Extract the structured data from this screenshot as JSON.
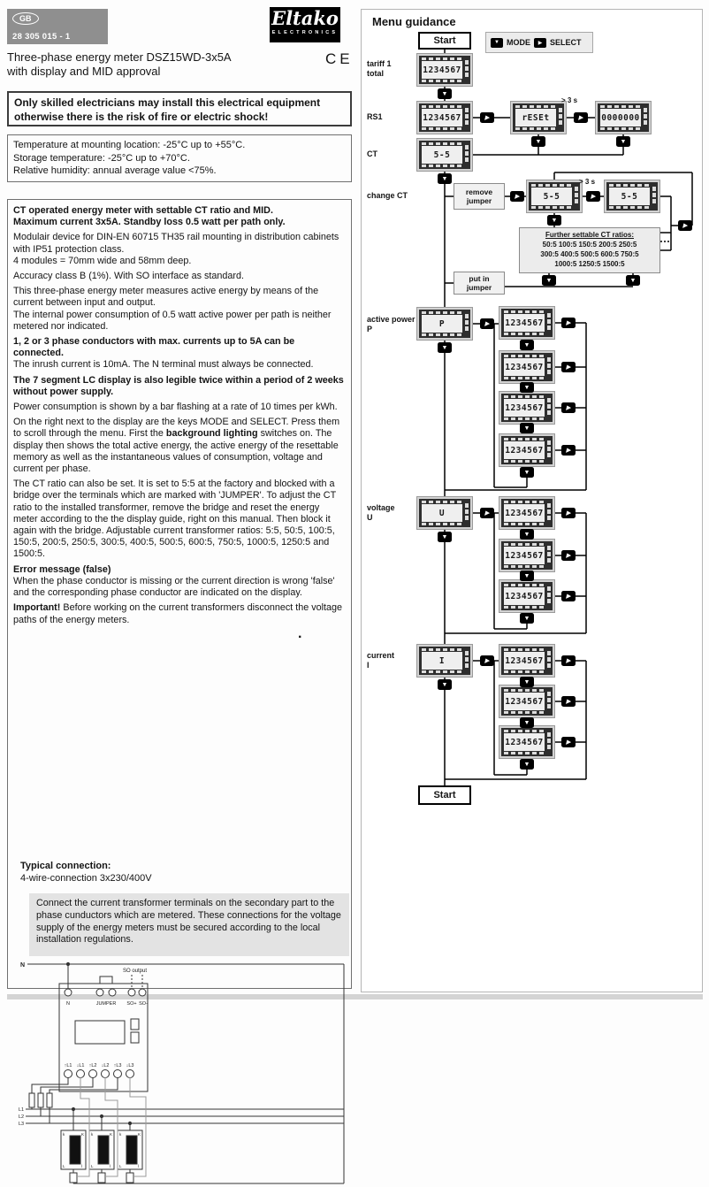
{
  "header": {
    "country_badge": "GB",
    "doc_number": "28 305 015 - 1",
    "brand": "Eltako",
    "brand_sub": "ELECTRONICS",
    "title": "Three-phase energy meter DSZ15WD-3x5A\nwith display and MID approval",
    "ce_mark": "CE"
  },
  "warning": "Only skilled electricians may install this electrical equipment\n otherwise there is the risk of fire or electric shock!",
  "conditions": "Temperature at mounting location: -25°C up to +55°C.\nStorage temperature: -25°C up to +70°C.\nRelative humidity: annual average value <75%.",
  "main": {
    "p1": "CT operated energy meter with settable CT ratio and MID.\nMaximum current 3x5A. Standby loss 0.5 watt per path only.",
    "p2": "Modulair device for DIN-EN 60715 TH35 rail mounting in distribution cabinets with IP51 protection class.\n4 modules = 70mm wide and 58mm deep.",
    "p3": "Accuracy class B (1%). With SO interface as standard.",
    "p4": "This three-phase energy meter measures active energy by means of the current between input and output.\nThe internal power consumption of 0.5 watt active power per path is neither metered nor indicated.",
    "p5_bold": "1, 2 or 3 phase conductors with max. currents up to 5A can be connected.",
    "p5_rest": "The inrush current is 10mA. The N terminal must always be connected.",
    "p6": "The 7 segment LC display is also legible twice within a period of 2 weeks without power supply.",
    "p7": "Power consumption is shown by a bar flashing at a rate of 10 times per kWh.",
    "p8_a": "On the right next to the display are the keys MODE and SELECT. Press them to scroll through the menu. First the ",
    "p8_bold": "background lighting",
    "p8_b": " switches on. The display then shows the total active energy, the active energy of the resettable memory as well as the instantaneous values of consumption, voltage and current per phase.",
    "p9": "The CT ratio can also be set. It is set to 5:5 at the factory and blocked with a bridge over the terminals which are marked with 'JUMPER'. To adjust the CT ratio to the installed transformer, remove the bridge and reset the energy meter according to the the display guide, right on this manual. Then block it again with the bridge. Adjustable current transformer ratios: 5:5, 50:5, 100:5, 150:5, 200:5, 250:5, 300:5, 400:5, 500:5, 600:5, 750:5, 1000:5, 1250:5 and 1500:5.",
    "error_heading": "Error message (false)",
    "error_body": "When the phase conductor is missing or the current direction is wrong 'false' and the corresponding phase conductor are indicated on the display.",
    "important_bold": "Important!",
    "important_rest": " Before working on the current transformers disconnect the voltage paths of the energy meters.",
    "stray_dot": "."
  },
  "typical": {
    "heading": "Typical connection:",
    "sub": "4-wire-connection 3x230/400V",
    "note": "Connect the current transformer terminals on the secondary part to the phase cunductors which are metered. These connections for the voltage supply of the energy meters must be secured according to the local installation regulations."
  },
  "schematic": {
    "n_line": "N",
    "so_output": "SO output",
    "terminals_top": [
      "N",
      "JUMPER",
      "SO+",
      "SO-"
    ],
    "terminals_bottom": [
      "↑L1",
      "↓L1",
      "↑L2",
      "↓L2",
      "↑L3",
      "↓L3"
    ],
    "phases": [
      "L1",
      "L2",
      "L3"
    ],
    "ct": {
      "tl": "k",
      "tr": "K",
      "bl": "L",
      "br": "l"
    }
  },
  "flow": {
    "title": "Menu guidance",
    "start": "Start",
    "end": "Start",
    "legend": {
      "mode": "MODE",
      "select": "SELECT"
    },
    "hold1": "> 3 s",
    "hold2": "> 3 s",
    "labels": {
      "tariff": "tariff 1\ntotal",
      "rs1": "RS1",
      "ct": "CT",
      "change_ct": "change CT",
      "power": "active power\nP",
      "voltage": "voltage\nU",
      "current": "current\nI"
    },
    "boxes": {
      "remove": "remove\njumper",
      "putin": "put in\njumper"
    },
    "ratios": {
      "title": "Further settable CT ratios:",
      "rows": [
        "50:5  100:5  150:5  200:5  250:5",
        "300:5  400:5  500:5  600:5  750:5",
        "1000:5  1250:5  1500:5"
      ]
    },
    "lcd": {
      "counter": "1234567",
      "reset": "rESEt",
      "zeros": "0000000",
      "ct": "5-5",
      "p": "P",
      "u": "U",
      "i": "I"
    }
  }
}
